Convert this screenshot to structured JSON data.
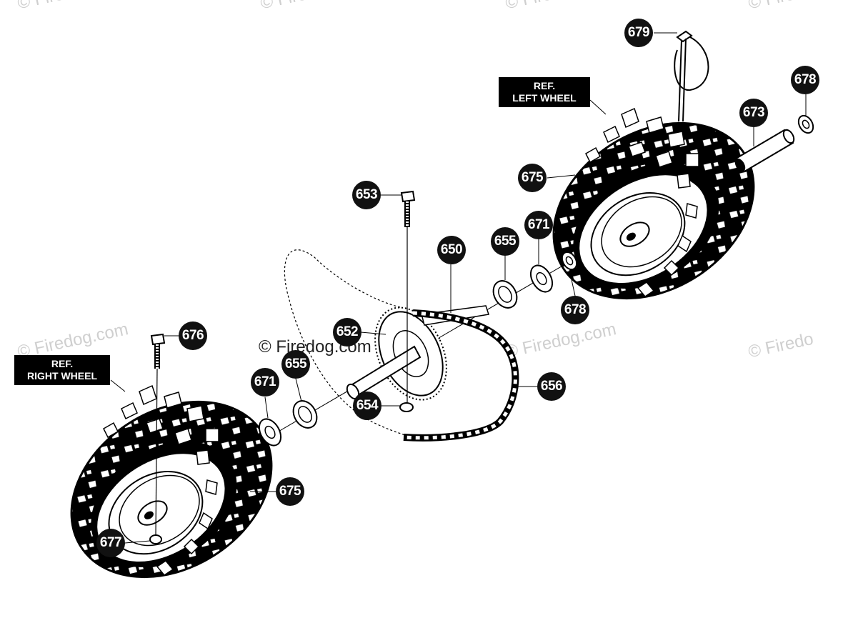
{
  "diagram": {
    "watermark_text": "© Firedog.com",
    "watermark_text_short": "© Firedo",
    "watermark_main": "© Firedog.com",
    "ref_left": {
      "line1": "REF.",
      "line2": "LEFT WHEEL"
    },
    "ref_right": {
      "line1": "REF.",
      "line2": "RIGHT WHEEL"
    },
    "callouts": {
      "c679": "679",
      "c678_top": "678",
      "c673": "673",
      "c675_left": "675",
      "c653": "653",
      "c671_top": "671",
      "c655_top": "655",
      "c650": "650",
      "c678_mid": "678",
      "c676": "676",
      "c652": "652",
      "c655_bottom": "655",
      "c671_bottom": "671",
      "c654": "654",
      "c656": "656",
      "c675_right": "675",
      "c677": "677"
    }
  }
}
